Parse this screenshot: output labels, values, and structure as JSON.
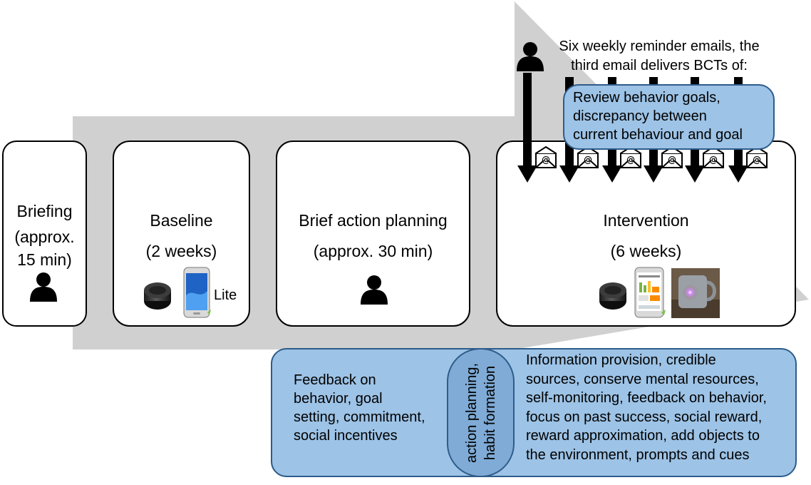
{
  "phases": {
    "briefing": {
      "title": "Briefing",
      "duration_line1": "(approx.",
      "duration_line2": "15 min)"
    },
    "baseline": {
      "title": "Baseline",
      "duration": "(2 weeks)",
      "device_label": "Lite"
    },
    "bap": {
      "title": "Brief action planning",
      "duration": "(approx. 30 min)"
    },
    "intervention": {
      "title": "Intervention",
      "duration": "(6 weeks)"
    }
  },
  "emails": {
    "caption_line1": "Six weekly reminder emails, the",
    "caption_line2": "third email delivers BCTs of:",
    "count": 6,
    "envelope_symbol": "@",
    "third_email_bcts": [
      "Review behavior goals,",
      "discrepancy between",
      "current behaviour and goal"
    ]
  },
  "bcts": {
    "baseline": [
      "Feedback on",
      "behavior, goal",
      "setting, commitment,",
      "social incentives"
    ],
    "bap": [
      "action planning,",
      "habit formation"
    ],
    "intervention": [
      "Information provision, credible",
      "sources, conserve mental resources,",
      "self-monitoring, feedback on behavior,",
      "focus on past success, social reward,",
      "reward approximation, add objects to",
      "the environment, prompts and cues"
    ]
  },
  "colors": {
    "timeline_arrow": "#d0d0d0",
    "bct_fill": "#9dc3e6",
    "bct_fill_dark": "#7fabd6",
    "bct_border": "#2e5c8a"
  },
  "icons": [
    "person-icon",
    "wearable-tracker-icon",
    "smartphone-icon",
    "email-envelope-icon",
    "smart-mug-photo"
  ]
}
